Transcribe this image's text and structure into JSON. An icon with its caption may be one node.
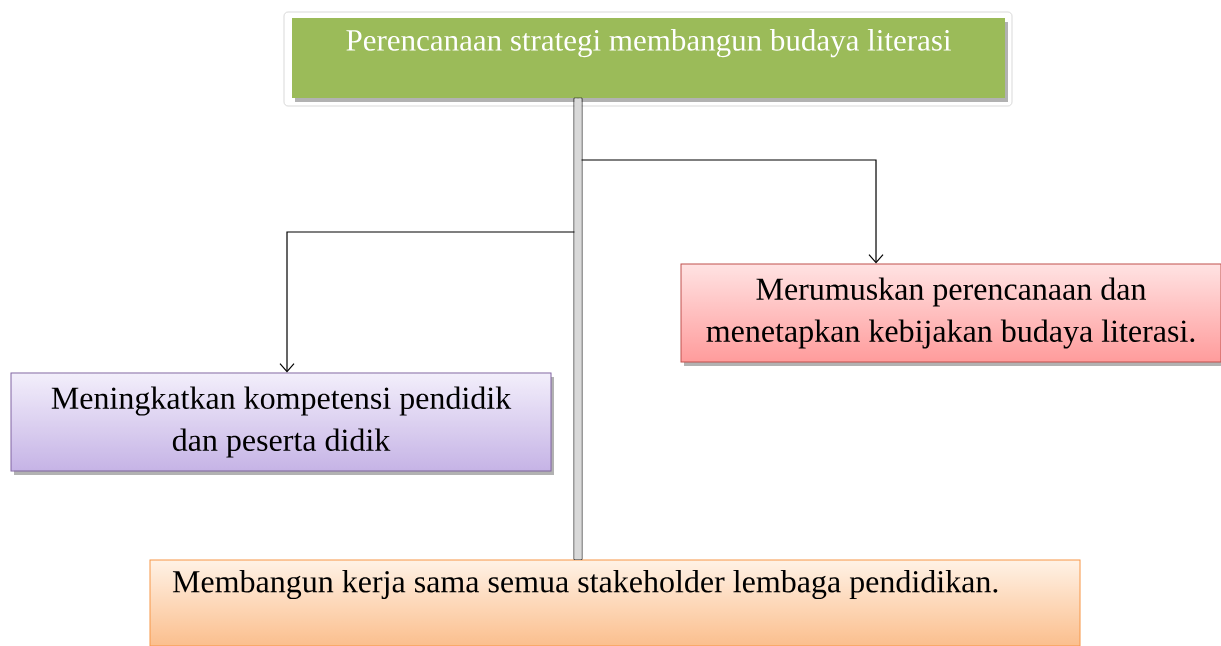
{
  "diagram": {
    "nodes": [
      {
        "text": [
          "Perencanaan  strategi membangun budaya literasi"
        ]
      },
      {
        "text": [
          "Merumuskan  perencanaan dan menetapkan  kebijakan budaya literasi."
        ]
      },
      {
        "text": [
          "Meningkatkan kompetensi pendidik dan peserta didik"
        ]
      },
      {
        "text": [
          "Membangun kerja sama semua stakeholder lembaga pendidikan."
        ]
      }
    ],
    "edges": [
      {
        "from": 0,
        "to": 1,
        "arrow": "to"
      },
      {
        "from": 0,
        "to": 2,
        "arrow": "to"
      },
      {
        "from": 0,
        "to": 3,
        "arrow": "none",
        "style": "thick",
        "color": "#d9d9d9"
      }
    ]
  }
}
